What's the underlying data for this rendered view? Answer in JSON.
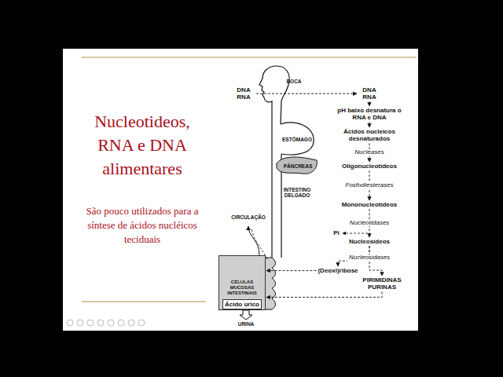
{
  "diagram": {
    "title": "Nucleotideos, RNA e DNA alimentares",
    "caption": "São pouco utilizados para a síntese de ácidos nucléicos teciduais",
    "nodes": [
      {
        "text": [
          "DNA RNA"
        ]
      },
      {
        "text": [
          "DNA RNA"
        ]
      },
      {
        "text": [
          "pH baixo desnatura o RNA e DNA"
        ]
      },
      {
        "text": [
          "Ácidos nucleicos desnaturados"
        ]
      },
      {
        "text": [
          "Oligonucleotídeos"
        ]
      },
      {
        "text": [
          "Mononucleotídeos"
        ]
      },
      {
        "text": [
          "Nucleosídeos"
        ]
      },
      {
        "text": [
          "(Deoxi)ribose"
        ]
      },
      {
        "text": [
          "PIRIMIDINAS PURINAS"
        ]
      },
      {
        "text": [
          "CÉLULAS MUCOSAS INTESTINAIS",
          "Ácido úrico"
        ]
      }
    ],
    "edges": [
      {
        "from": 0,
        "to": 1,
        "arrow": "to"
      },
      {
        "from": 1,
        "to": 2,
        "arrow": "to"
      },
      {
        "from": 2,
        "to": 3,
        "arrow": "to"
      },
      {
        "from": 3,
        "to": 4,
        "label": "Nucleases",
        "arrow": "to"
      },
      {
        "from": 4,
        "to": 5,
        "label": "Fosfodiesterases",
        "arrow": "to"
      },
      {
        "from": 5,
        "to": 6,
        "label": "Nucleotidases",
        "arrow": "to"
      },
      {
        "from": 6,
        "to": 8,
        "label": "Nucleosidases",
        "arrow": "to"
      },
      {
        "from": 6,
        "to": 7,
        "arrow": "to"
      },
      {
        "from": 7,
        "to": 9,
        "arrow": "to"
      },
      {
        "from": 8,
        "to": 9,
        "arrow": "to"
      }
    ],
    "labels": [
      "BOCA",
      "ESTÔMAGO",
      "PÂNCREAS",
      "INTESTINO DELGADO",
      "CIRCULAÇÃO",
      "Pi",
      "URINA"
    ]
  }
}
